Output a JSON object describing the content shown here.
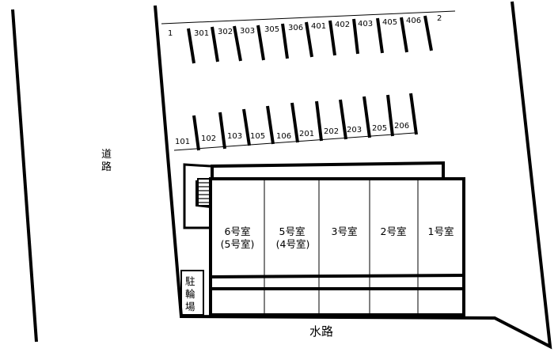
{
  "road": {
    "chars": [
      "道",
      "路"
    ]
  },
  "waterway": {
    "label": "水路"
  },
  "bicycle_parking": {
    "chars": [
      "駐",
      "輪",
      "場"
    ]
  },
  "parking": {
    "top_row": [
      "1",
      "301",
      "302",
      "303",
      "305",
      "306",
      "401",
      "402",
      "403",
      "405",
      "406",
      "2"
    ],
    "middle_row": [
      "101",
      "102",
      "103",
      "105",
      "106",
      "201",
      "202",
      "203",
      "205",
      "206"
    ]
  },
  "units": [
    {
      "line1": "6号室",
      "line2": "(5号室)"
    },
    {
      "line1": "5号室",
      "line2": "(4号室)"
    },
    {
      "line1": "3号室",
      "line2": ""
    },
    {
      "line1": "2号室",
      "line2": ""
    },
    {
      "line1": "1号室",
      "line2": ""
    }
  ]
}
